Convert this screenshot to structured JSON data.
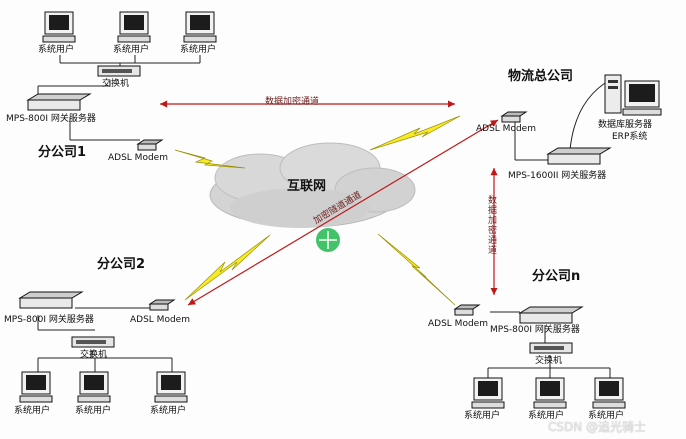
{
  "hq": {
    "name": "物流总公司",
    "server": "数据库服务器",
    "erp": "ERP系统",
    "gateway": "MPS-1600II 网关服务器",
    "modem": "ADSL Modem"
  },
  "internet": "互联网",
  "branch1": {
    "name": "分公司1",
    "users": [
      "系统用户",
      "系统用户",
      "系统用户"
    ],
    "switch": "交换机",
    "gateway": "MPS-800I 网关服务器",
    "modem": "ADSL Modem"
  },
  "branch2": {
    "name": "分公司2",
    "users": [
      "系统用户",
      "系统用户",
      "系统用户"
    ],
    "switch": "交换机",
    "gateway": "MPS-800I 网关服务器",
    "modem": "ADSL Modem"
  },
  "branchn": {
    "name": "分公司n",
    "users": [
      "系统用户",
      "系统用户",
      "系统用户"
    ],
    "switch": "交换机",
    "gateway": "MPS-800I 网关服务器",
    "modem": "ADSL Modem"
  },
  "channels": {
    "top": "数据加密通道",
    "diagonal": "加密隧道通道",
    "vertical": "数据加密通道"
  },
  "watermark": "CSDN @追光骑士"
}
